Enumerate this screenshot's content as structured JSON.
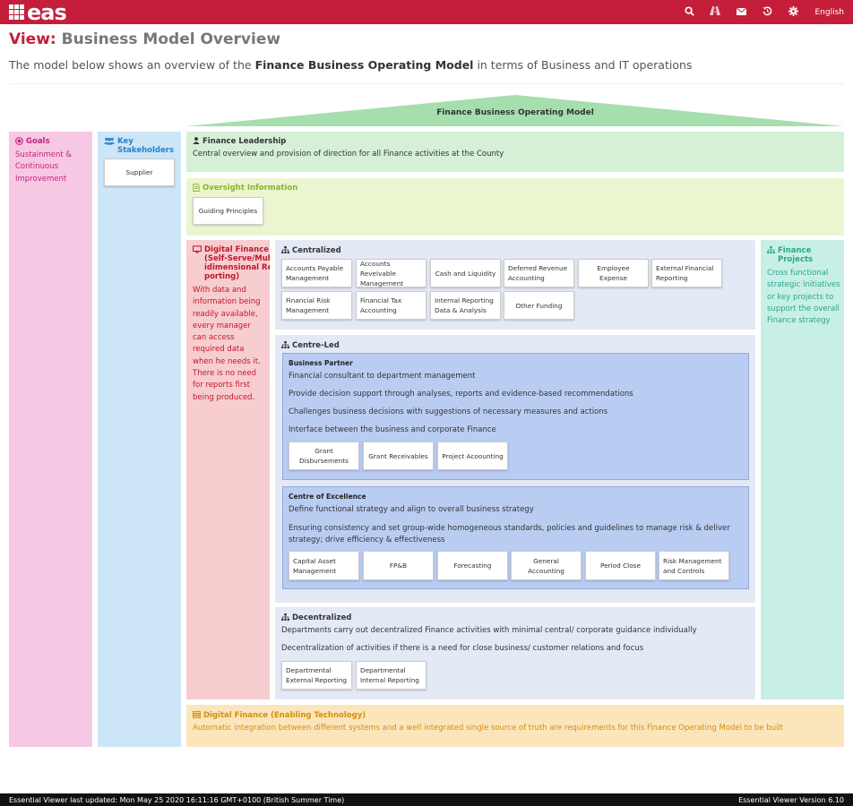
{
  "header": {
    "logo_text": "eas",
    "icons": [
      "search-icon",
      "road-icon",
      "envelope-icon",
      "history-icon",
      "gear-icon"
    ],
    "language": "English",
    "brand_color": "#c41e3a"
  },
  "page": {
    "title_prefix": "View:",
    "title": "Business Model Overview",
    "subtitle_pre": "The model below shows an overview of the ",
    "subtitle_bold": "Finance Business Operating Model",
    "subtitle_post": " in terms of Business and IT operations"
  },
  "roof_label": "Finance Business Operating Model",
  "goals": {
    "label": "Goals",
    "text": "Sustainment & Continuous Improvement"
  },
  "stakeholders": {
    "label": "Key Stakeholders",
    "items": [
      "Supplier"
    ]
  },
  "leadership": {
    "label": "Finance Leadership",
    "text": "Central overview and provision of direction for all Finance activities at the County"
  },
  "oversight": {
    "label": "Oversight Information",
    "items": [
      "Guiding Principles"
    ]
  },
  "digital_finance": {
    "label": "Digital Finance (Self-Serve/Multidimensional Reporting)",
    "text": "With data and information being readily available, every manager can access required data when he needs it. There is no need for reports first being produced."
  },
  "centralized": {
    "label": "Centralized",
    "items": [
      "Accounts Payable Management",
      "Accounts Reveivable Management",
      "Cash and Liquidity",
      "Deferred Revenue Accounting",
      "Employee Expense",
      "External Financial Reporting",
      "Financial Risk Management",
      "Financial Tax Accounting",
      "Internal Reporting Data & Analysis",
      "Other Funding"
    ]
  },
  "centre_led": {
    "label": "Centre-Led",
    "business_partner": {
      "label": "Business Partner",
      "lines": [
        "Financial consultant to department management",
        "Provide decision support through analyses, reports and evidence-based recommendations",
        "Challenges business decisions with suggestions of necessary measures and actions",
        "Interface between the business and corporate Finance"
      ],
      "items": [
        "Grant Disbursements",
        "Grant Receivables",
        "Project Acoounting"
      ]
    },
    "coe": {
      "label": "Centre of Excellence",
      "lines": [
        "Define functional strategy and align to overall business strategy",
        "Ensuring consistency and set group-wide homogeneous standards, policies and guidelines to manage risk & deliver strategy; drive efficiency & effectiveness"
      ],
      "items": [
        "Capital Asset Management",
        "FP&B",
        "Forecasting",
        "General Accounting",
        "Period Close",
        "Risk Management and Controls"
      ]
    }
  },
  "decentralized": {
    "label": "Decentralized",
    "lines": [
      "Departments carry out decentralized Finance activities with minimal central/ corporate guidance individually",
      "Decentralization of activities if there is a need for close business/ customer relations and focus"
    ],
    "items": [
      "Departmental External Reporting",
      "Departmental Internal Reporting"
    ]
  },
  "projects": {
    "label": "Finance Projects",
    "text": "Cross functional strategic initiatives or key projects to support the overall Finance strategy"
  },
  "enabling": {
    "label": "Digital Finance (Enabling Technology)",
    "text": "Automatic integration between different systems and a well integrated single source of truth are requirements for this Finance Operating Model to be built"
  },
  "footer": {
    "left": "Essential Viewer last updated: Mon May 25 2020 16:11:16 GMT+0100 (British Summer Time)",
    "right": "Essential Viewer Version 6.10"
  },
  "colors": {
    "goals": "#c0257f",
    "stakeholders": "#2980c8",
    "digital": "#c0182a",
    "oversight": "#88b52a",
    "projects": "#2da58c",
    "enabling": "#d4900a",
    "roof": "#a6dfae"
  }
}
